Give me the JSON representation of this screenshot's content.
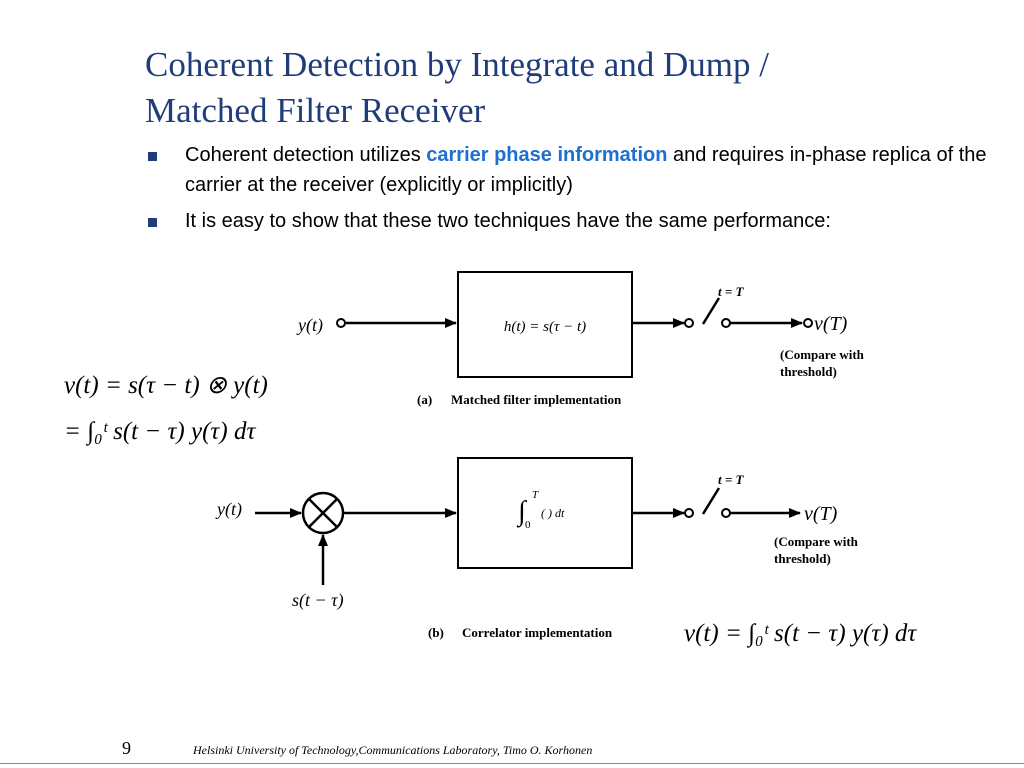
{
  "title": {
    "line1": "Coherent Detection by Integrate and Dump /",
    "line2": "Matched Filter Receiver"
  },
  "bullets": [
    {
      "pre": "Coherent detection utilizes ",
      "highlight": "carrier phase information",
      "post": " and requires in-phase replica of the carrier at the receiver (explicitly or implicitly)"
    },
    {
      "pre": "It is easy to show that these two techniques have the same performance:",
      "highlight": "",
      "post": ""
    }
  ],
  "accent_color": "#1e6fd0",
  "title_color": "#1f3d7a",
  "diagram_a": {
    "input": "y(t)",
    "filter": "h(t) = s(τ − t)",
    "switch": "t = T",
    "output": "v(T)",
    "note_line1": "(Compare with",
    "note_line2": "threshold)",
    "caption_tag": "(a)",
    "caption": "Matched filter implementation"
  },
  "diagram_b": {
    "input": "y(t)",
    "reference": "s(t − τ)",
    "integrator": "∫",
    "integrator_upper": "T",
    "integrator_lower": "0",
    "integrator_body": "( ) dt",
    "switch": "t = T",
    "output": "v(T)",
    "note_line1": "(Compare with",
    "note_line2": "threshold)",
    "caption_tag": "(b)",
    "caption": "Correlator implementation"
  },
  "equations": {
    "conv": "v(t) = s(τ − t) ⊗ y(t)",
    "conv_int": "= ∫₀ᵗ s(t − τ) y(τ) dτ",
    "corr": "v(t) = ∫₀ᵗ s(t − τ) y(τ) dτ"
  },
  "footer": {
    "page": "9",
    "text": "Helsinki University of Technology,Communications Laboratory, Timo O. Korhonen"
  }
}
